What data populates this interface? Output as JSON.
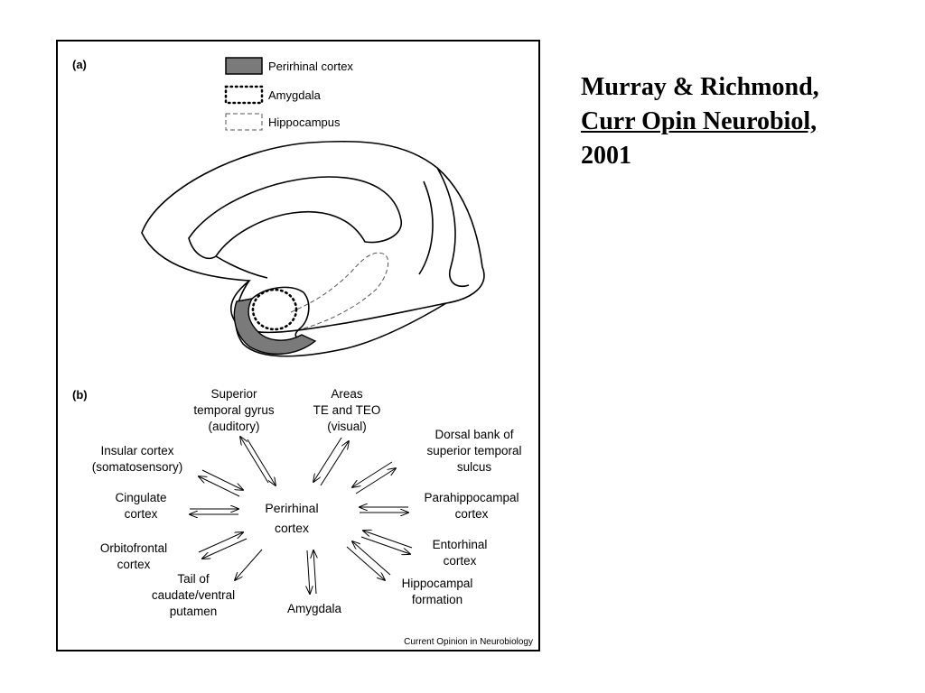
{
  "citation": {
    "line1": "Murray & Richmond,",
    "line2": "Curr Opin Neurobiol,",
    "line3": "2001"
  },
  "figure": {
    "panel_a": "(a)",
    "panel_b": "(b)",
    "legend": {
      "perirhinal": "Perirhinal cortex",
      "amygdala": "Amygdala",
      "hippocampus": "Hippocampus"
    },
    "colors": {
      "perirhinal_fill": "#7a7a7a",
      "line": "#000000",
      "hippocampus_dash": "#555555"
    },
    "center_node": [
      "Perirhinal",
      "cortex"
    ],
    "nodes": {
      "superior_temporal": [
        "Superior",
        "temporal gyrus",
        "(auditory)"
      ],
      "areas_te_teo": [
        "Areas",
        "TE and TEO",
        "(visual)"
      ],
      "dorsal_bank": [
        "Dorsal bank of",
        "superior temporal",
        "sulcus"
      ],
      "insular": [
        "Insular cortex",
        "(somatosensory)"
      ],
      "cingulate": [
        "Cingulate",
        "cortex"
      ],
      "parahippocampal": [
        "Parahippocampal",
        "cortex"
      ],
      "orbitofrontal": [
        "Orbitofrontal",
        "cortex"
      ],
      "entorhinal": [
        "Entorhinal",
        "cortex"
      ],
      "tail_caudate": [
        "Tail of",
        "caudate/ventral",
        "putamen"
      ],
      "amygdala": [
        "Amygdala"
      ],
      "hippocampal_formation": [
        "Hippocampal",
        "formation"
      ]
    },
    "credit": "Current Opinion in Neurobiology"
  }
}
